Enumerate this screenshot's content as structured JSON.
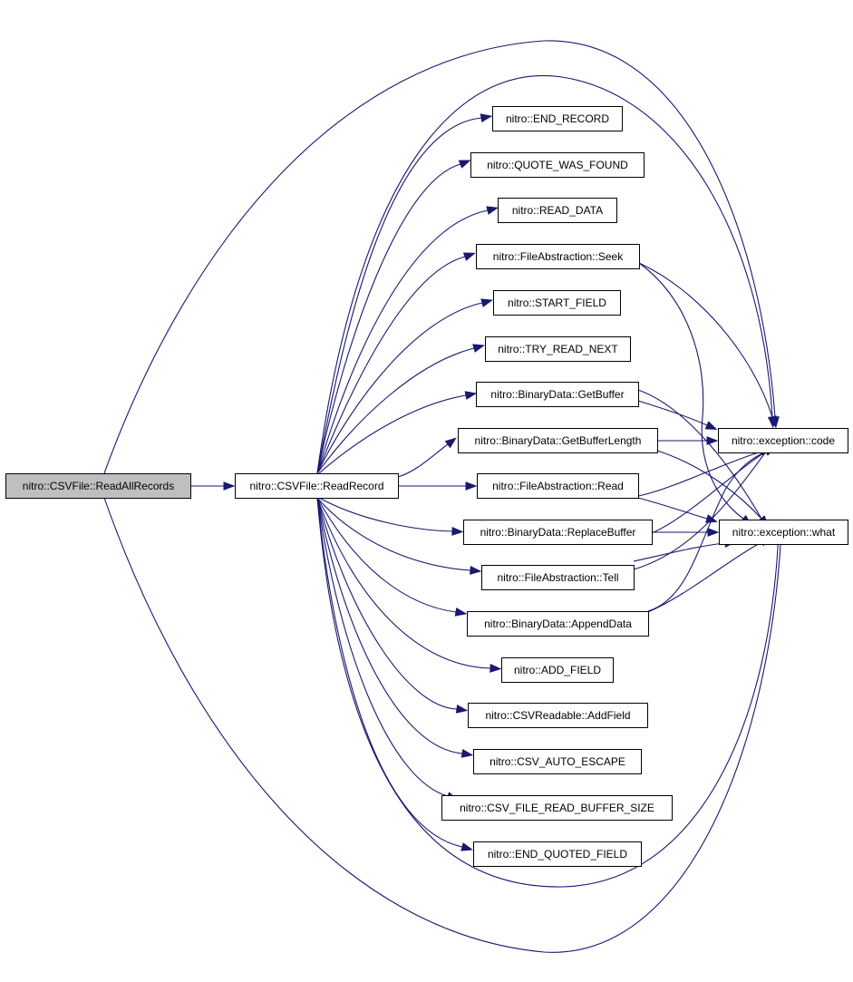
{
  "graph": {
    "edge_color": "#191970",
    "root_fill": "#bfbfbf",
    "nodes": [
      {
        "id": "readall",
        "label": "nitro::CSVFile::ReadAllRecords"
      },
      {
        "id": "readrecord",
        "label": "nitro::CSVFile::ReadRecord"
      },
      {
        "id": "end_record",
        "label": "nitro::END_RECORD"
      },
      {
        "id": "quote",
        "label": "nitro::QUOTE_WAS_FOUND"
      },
      {
        "id": "read_data",
        "label": "nitro::READ_DATA"
      },
      {
        "id": "seek",
        "label": "nitro::FileAbstraction::Seek"
      },
      {
        "id": "start_field",
        "label": "nitro::START_FIELD"
      },
      {
        "id": "try_read",
        "label": "nitro::TRY_READ_NEXT"
      },
      {
        "id": "getbuffer",
        "label": "nitro::BinaryData::GetBuffer"
      },
      {
        "id": "getbuflen",
        "label": "nitro::BinaryData::GetBufferLength"
      },
      {
        "id": "read",
        "label": "nitro::FileAbstraction::Read"
      },
      {
        "id": "replace",
        "label": "nitro::BinaryData::ReplaceBuffer"
      },
      {
        "id": "tell",
        "label": "nitro::FileAbstraction::Tell"
      },
      {
        "id": "append",
        "label": "nitro::BinaryData::AppendData"
      },
      {
        "id": "add_field",
        "label": "nitro::ADD_FIELD"
      },
      {
        "id": "addfield",
        "label": "nitro::CSVReadable::AddField"
      },
      {
        "id": "auto_esc",
        "label": "nitro::CSV_AUTO_ESCAPE"
      },
      {
        "id": "bufsize",
        "label": "nitro::CSV_FILE_READ_BUFFER_SIZE"
      },
      {
        "id": "end_quoted",
        "label": "nitro::END_QUOTED_FIELD"
      },
      {
        "id": "code",
        "label": "nitro::exception::code"
      },
      {
        "id": "what",
        "label": "nitro::exception::what"
      }
    ],
    "edges": [
      [
        "readall",
        "readrecord"
      ],
      [
        "readall",
        "code"
      ],
      [
        "readall",
        "what"
      ],
      [
        "readrecord",
        "end_record"
      ],
      [
        "readrecord",
        "quote"
      ],
      [
        "readrecord",
        "read_data"
      ],
      [
        "readrecord",
        "seek"
      ],
      [
        "readrecord",
        "start_field"
      ],
      [
        "readrecord",
        "try_read"
      ],
      [
        "readrecord",
        "getbuffer"
      ],
      [
        "readrecord",
        "getbuflen"
      ],
      [
        "readrecord",
        "read"
      ],
      [
        "readrecord",
        "replace"
      ],
      [
        "readrecord",
        "tell"
      ],
      [
        "readrecord",
        "append"
      ],
      [
        "readrecord",
        "add_field"
      ],
      [
        "readrecord",
        "addfield"
      ],
      [
        "readrecord",
        "auto_esc"
      ],
      [
        "readrecord",
        "bufsize"
      ],
      [
        "readrecord",
        "end_quoted"
      ],
      [
        "readrecord",
        "code"
      ],
      [
        "readrecord",
        "what"
      ],
      [
        "seek",
        "code"
      ],
      [
        "seek",
        "what"
      ],
      [
        "getbuffer",
        "code"
      ],
      [
        "getbuffer",
        "what"
      ],
      [
        "getbuflen",
        "code"
      ],
      [
        "getbuflen",
        "what"
      ],
      [
        "read",
        "code"
      ],
      [
        "read",
        "what"
      ],
      [
        "replace",
        "code"
      ],
      [
        "replace",
        "what"
      ],
      [
        "tell",
        "code"
      ],
      [
        "tell",
        "what"
      ],
      [
        "append",
        "code"
      ],
      [
        "append",
        "what"
      ]
    ]
  }
}
